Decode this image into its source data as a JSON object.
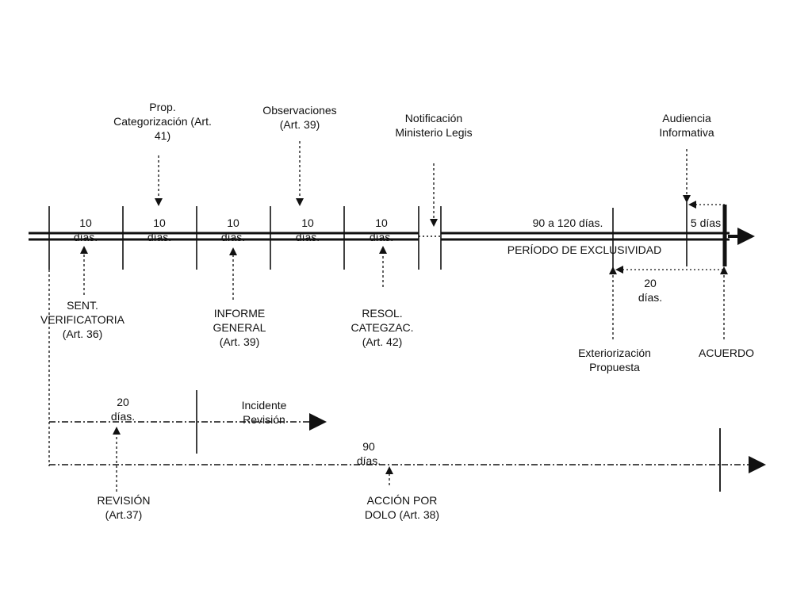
{
  "top_labels": {
    "prop_categorizacion": [
      "Prop.",
      "Categorización (Art.",
      "41)"
    ],
    "observaciones": [
      "Observaciones",
      "(Art. 39)"
    ],
    "notificacion": [
      "Notificación",
      "Ministerio Legis"
    ],
    "audiencia": [
      "Audiencia",
      "Informativa"
    ]
  },
  "periods": {
    "p1": [
      "10",
      "días."
    ],
    "p2": [
      "10",
      "días."
    ],
    "p3": [
      "10",
      "días."
    ],
    "p4": [
      "10",
      "días."
    ],
    "p5": [
      "10",
      "días."
    ],
    "exclusividad_duration": "90 a 120 días.",
    "cinco_dias": "5 días",
    "veinte_dias": [
      "20",
      "días."
    ]
  },
  "exclusividad_label": "PERÍODO DE EXCLUSIVIDAD",
  "bottom_labels": {
    "sent_verificatoria": [
      "SENT.",
      "VERIFICATORIA",
      "(Art. 36)"
    ],
    "informe_general": [
      "INFORME",
      "GENERAL",
      "(Art. 39)"
    ],
    "resol_categ": [
      "RESOL.",
      "CATEGZAC.",
      "(Art. 42)"
    ],
    "exteriorizacion": [
      "Exteriorización",
      "Propuesta"
    ],
    "acuerdo": "ACUERDO"
  },
  "revision_track": {
    "duration": [
      "20",
      "días."
    ],
    "incidente": [
      "Incidente",
      "Revisión"
    ],
    "revision": [
      "REVISIÓN",
      "(Art.37)"
    ]
  },
  "dolo_track": {
    "duration": [
      "90",
      "días."
    ],
    "accion": [
      "ACCIÓN POR",
      "DOLO (Art. 38)"
    ]
  }
}
